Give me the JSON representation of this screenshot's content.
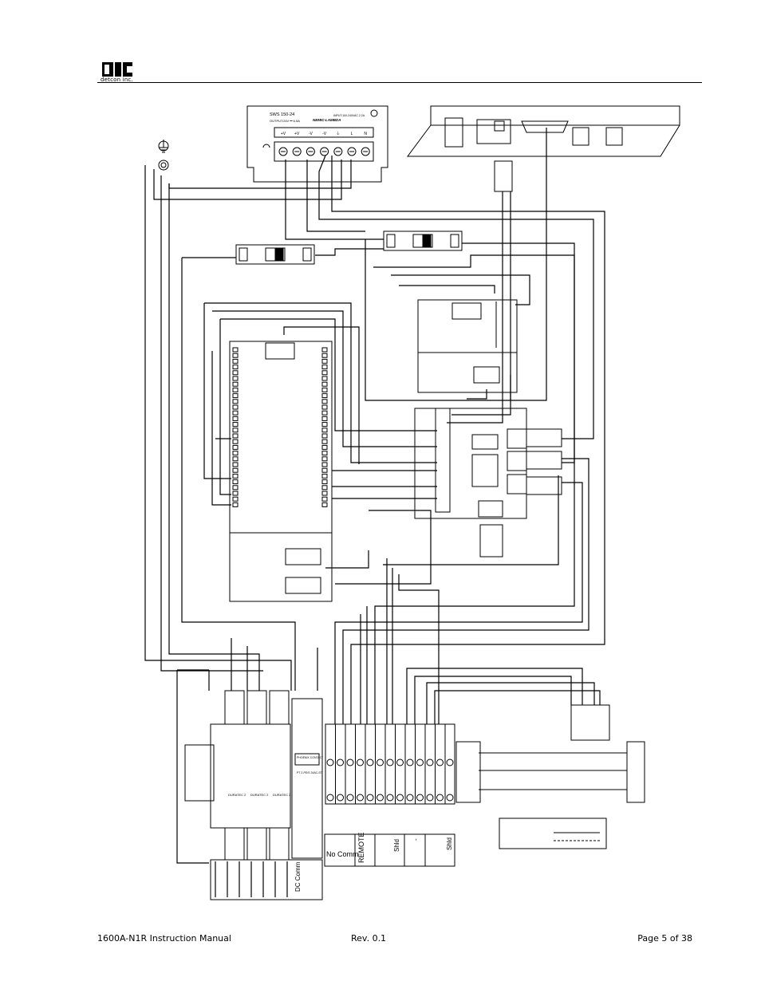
{
  "logo": {
    "text": "detcon inc.",
    "icon": "dc-logo-icon"
  },
  "power_supply": {
    "model": "SWS 150-24",
    "brand": "NEMIC-LAMBDA",
    "output": "OUTPUT:24V ⎓ 6.5A",
    "input": "INPUT:100-240VAC 2.2A",
    "terminals": [
      "+V",
      "+V",
      "-V",
      "-V",
      "⏚",
      "L",
      "N"
    ]
  },
  "surge_module": {
    "brand": "PHOENIX CONTACT",
    "model": "PT 2-PE/S 24AC-ST"
  },
  "protector_labels": [
    "DURATEC 2",
    "DURATEC 2",
    "DURATEC 2"
  ],
  "terminal_labels": {
    "dc_comm": "DC Comm",
    "no_comm": "No Comm",
    "remote": "REMOTE",
    "shld_1": "Shld",
    "minus": "-",
    "shld_2": "Shld"
  },
  "footer": {
    "left": "1600A-N1R Instruction Manual",
    "center": "Rev. 0.1",
    "right": "Page 5 of 38"
  }
}
